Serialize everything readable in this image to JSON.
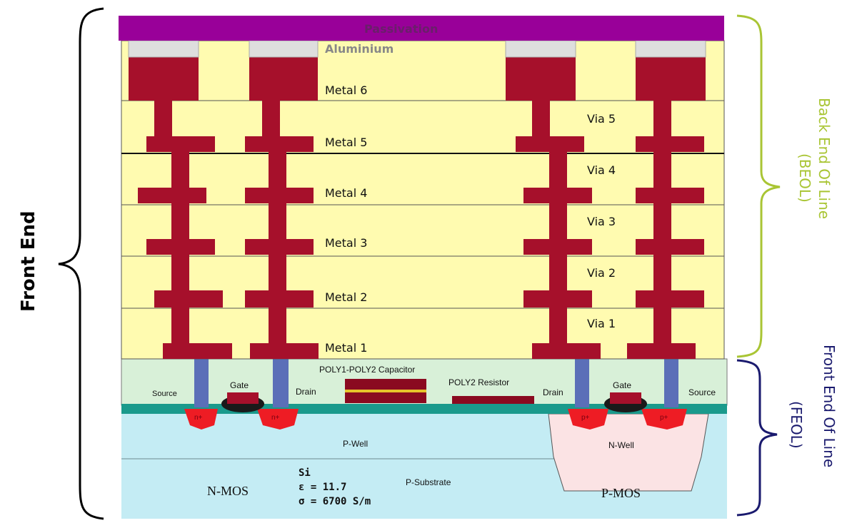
{
  "labels": {
    "passivation": "Passivation",
    "aluminium": "Aluminium",
    "metal6": "Metal 6",
    "metal5": "Metal 5",
    "metal4": "Metal 4",
    "metal3": "Metal 3",
    "metal2": "Metal 2",
    "metal1": "Metal 1",
    "via5": "Via 5",
    "via4": "Via 4",
    "via3": "Via 3",
    "via2": "Via 2",
    "via1": "Via 1",
    "capacitor": "POLY1-POLY2 Capacitor",
    "resistor": "POLY2 Resistor",
    "source_left": "Source",
    "gate_left": "Gate",
    "drain_left": "Drain",
    "drain_right": "Drain",
    "gate_right": "Gate",
    "source_right": "Source",
    "pwell": "P-Well",
    "nwell": "N-Well",
    "psubstrate": "P-Substrate",
    "nmos": "N-MOS",
    "pmos": "P-MOS",
    "si": "Si",
    "epsilon": "ε = 11.7",
    "sigma": "σ = 6700 S/m",
    "nplus": "n+",
    "pplus": "p+"
  },
  "side": {
    "front_end": "Front End",
    "beol_line1": "Back  End Of Line",
    "beol_line2": "(BEOL)",
    "feol_line1": "Front End Of Line",
    "feol_line2": "(FEOL)"
  },
  "colors": {
    "oxide": "#fffbb0",
    "metal": "#a6102b",
    "passivation": "#990099",
    "aluminium": "#dedede",
    "feol_oxide": "#d8f0d8",
    "contact": "#5b6fb8",
    "diffusion_line": "#1a9a8c",
    "well": "#c4ecf4",
    "nwell": "#fbe3e4",
    "implant": "#ee1c24",
    "beol_brace": "#a9c534",
    "feol_brace": "#1a1a6e"
  }
}
